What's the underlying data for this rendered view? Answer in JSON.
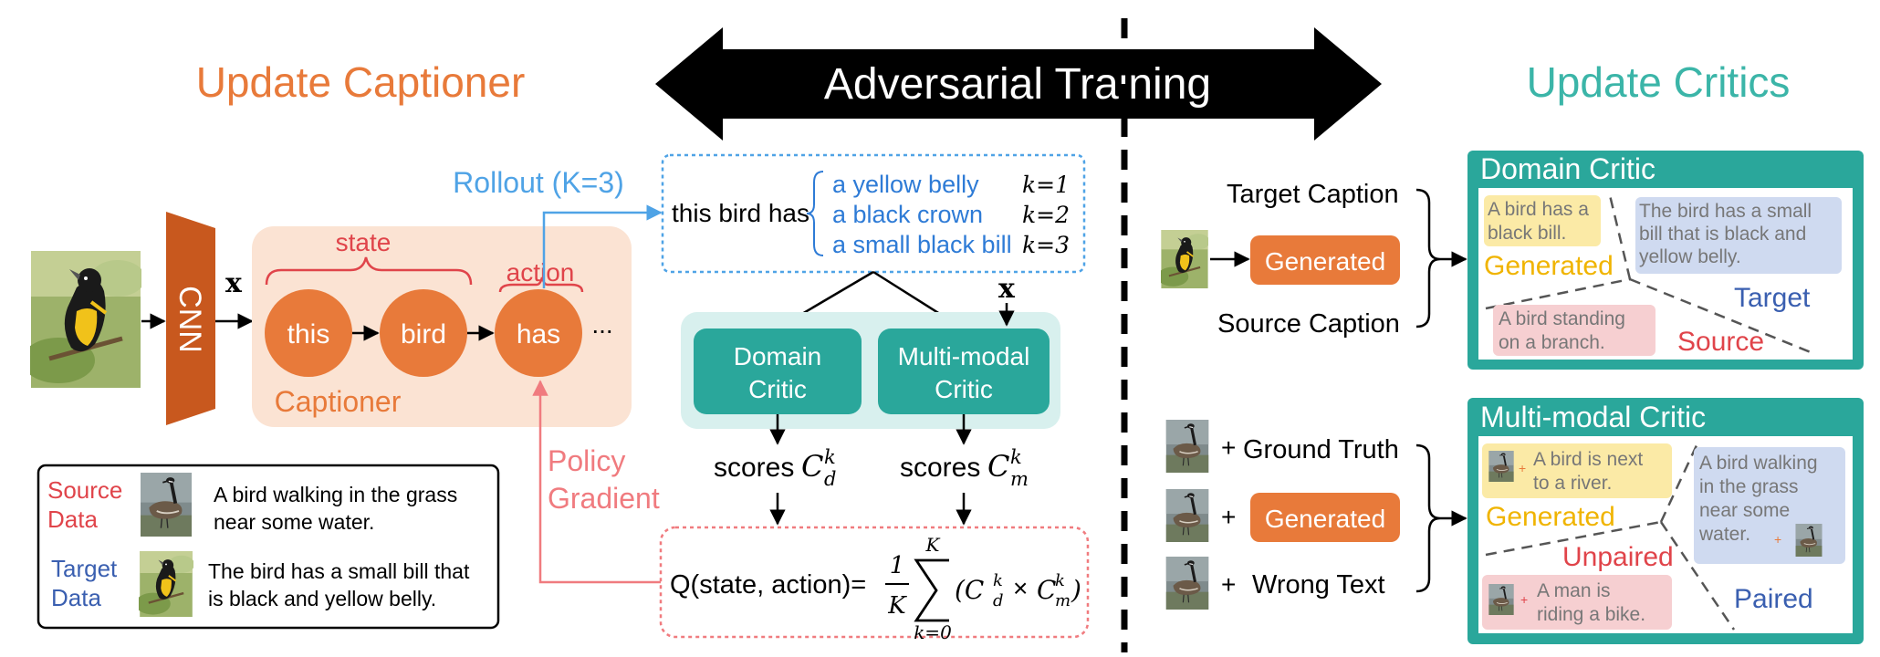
{
  "headings": {
    "update_captioner": "Update Captioner",
    "adversarial_training": "Adversarial Training",
    "update_critics": "Update Critics"
  },
  "captioner": {
    "cnn_label": "CNN",
    "input_symbol": "x",
    "state_label": "state",
    "action_label": "action",
    "tokens": [
      "this",
      "bird",
      "has"
    ],
    "ellipsis": "...",
    "caption": "Captioner"
  },
  "rollout": {
    "label": "Rollout (K=3)",
    "prefix": "this bird has",
    "continuations": [
      "a yellow belly",
      "a black crown",
      "a small black bill"
    ],
    "k_labels": [
      "k=1",
      "k=2",
      "k=3"
    ]
  },
  "critics_mid": {
    "domain_critic": [
      "Domain",
      "Critic"
    ],
    "multimodal_critic": [
      "Multi-modal",
      "Critic"
    ],
    "input_symbol": "x",
    "scores_word": "scores",
    "score_d": "C",
    "score_d_sup": "k",
    "score_d_sub": "d",
    "score_m": "C",
    "score_m_sup": "k",
    "score_m_sub": "m"
  },
  "policy_gradient": [
    "Policy",
    "Gradient"
  ],
  "q_formula": {
    "lhs": "Q(state, action)=",
    "frac_num": "1",
    "frac_den": "K",
    "sum_top": "K",
    "sum_bottom": "k=0",
    "body": "(C",
    "times": "×",
    "close": ")"
  },
  "legend": {
    "source_label": [
      "Source",
      "Data"
    ],
    "source_text": [
      "A bird walking in the grass",
      "near some water."
    ],
    "target_label": [
      "Target",
      "Data"
    ],
    "target_text": [
      "The bird has a small bill that",
      "is black and yellow belly."
    ]
  },
  "domain_panel": {
    "target_caption": "Target Caption",
    "generated_button": "Generated",
    "source_caption": "Source Caption",
    "title": "Domain Critic",
    "bubble_generated": [
      "A bird has a",
      "black bill."
    ],
    "label_generated": "Generated",
    "bubble_target": [
      "The bird has a small",
      "bill that is black and",
      "yellow belly."
    ],
    "label_target": "Target",
    "bubble_source": [
      "A bird standing",
      "on a branch."
    ],
    "label_source": "Source"
  },
  "multimodal_panel": {
    "plus": "+",
    "ground_truth": "Ground Truth",
    "generated_button": "Generated",
    "wrong_text": "Wrong Text",
    "title": "Multi-modal Critic",
    "bubble_generated": [
      "A bird is next",
      "to a river."
    ],
    "label_generated": "Generated",
    "bubble_paired": [
      "A bird walking",
      "in the grass",
      "near some",
      "water."
    ],
    "label_paired": "Paired",
    "bubble_unpaired": [
      "A man is",
      "riding a bike."
    ],
    "label_unpaired": "Unpaired"
  },
  "colors": {
    "orange": "#e87a3a",
    "orange_dark": "#c8581e",
    "orange_light": "#fbe3d3",
    "teal": "#2aa79b",
    "teal_light": "#d8f0ee",
    "teal_text": "#3bb5a8",
    "blue": "#2e7bd6",
    "blue_light": "#4fa3e6",
    "red": "#e0444a",
    "pink": "#f07b7f",
    "yellow_text": "#f0b400",
    "yellow_bubble": "#fbeaa6",
    "blue_bubble": "#cfdaf0",
    "pink_bubble": "#f6cfd1",
    "navy": "#3a5fb0"
  }
}
